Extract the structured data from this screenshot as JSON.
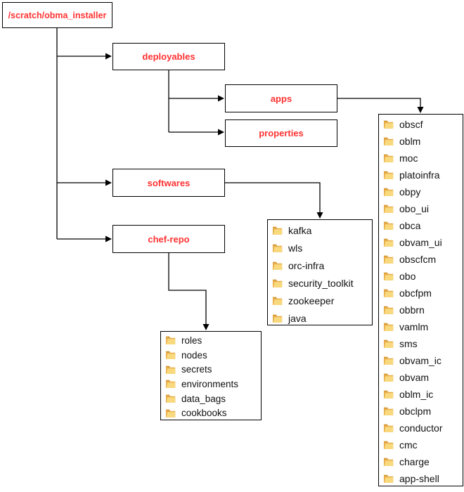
{
  "diagram": {
    "root": {
      "label": "/scratch/obma_installer"
    },
    "deployables": {
      "label": "deployables"
    },
    "apps": {
      "label": "apps"
    },
    "properties": {
      "label": "properties"
    },
    "softwares": {
      "label": "softwares"
    },
    "chef_repo": {
      "label": "chef-repo"
    }
  },
  "lists": {
    "apps_children": [
      "obscf",
      "oblm",
      "moc",
      "platoinfra",
      "obpy",
      "obo_ui",
      "obca",
      "obvam_ui",
      "obscfcm",
      "obo",
      "obcfpm",
      "obbrn",
      "vamlm",
      "sms",
      "obvam_ic",
      "obvam",
      "oblm_ic",
      "obclpm",
      "conductor",
      "cmc",
      "charge",
      "app-shell"
    ],
    "softwares_children": [
      "kafka",
      "wls",
      "orc-infra",
      "security_toolkit",
      "zookeeper",
      "java"
    ],
    "chef_repo_children": [
      "roles",
      "nodes",
      "secrets",
      "environments",
      "data_bags",
      "cookbooks"
    ]
  },
  "icons": {
    "list_item": "folder-icon"
  },
  "colors": {
    "node_text": "#ff3232",
    "line": "#000000",
    "list_text": "#111111",
    "folder_front": "#f9d97e",
    "folder_mid": "#e9ae4b",
    "folder_tab": "#d99b38",
    "background": "#ffffff"
  }
}
